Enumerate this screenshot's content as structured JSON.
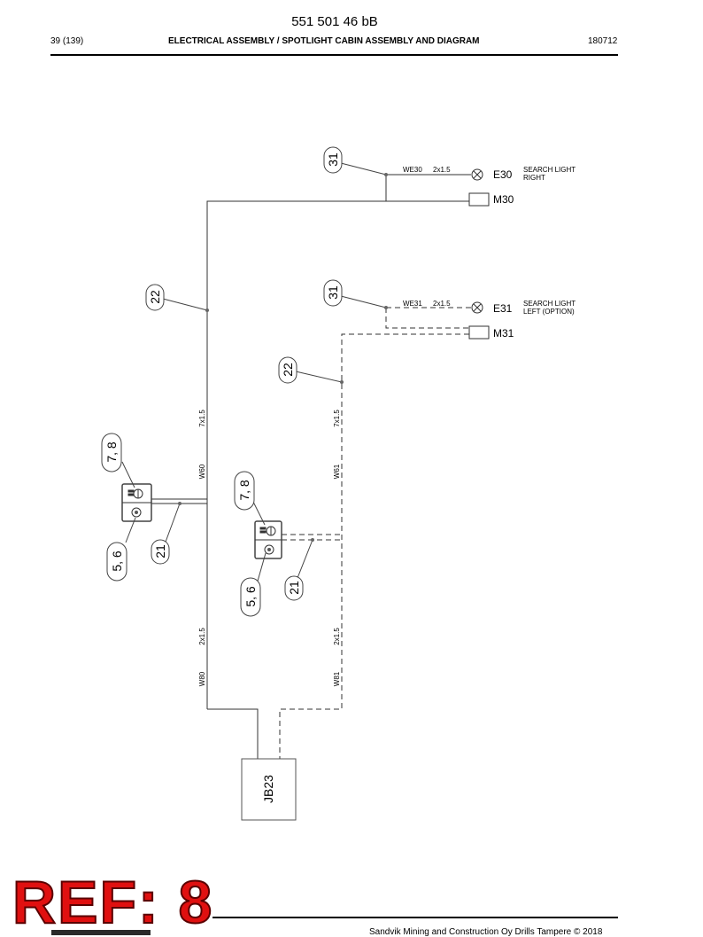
{
  "header": {
    "doc_number": "551 501 46 bB",
    "page": "39 (139)",
    "title": "ELECTRICAL ASSEMBLY / SPOTLIGHT CABIN ASSEMBLY AND DIAGRAM",
    "date": "180712"
  },
  "diagram": {
    "callouts": {
      "c31_top": "31",
      "c31_mid": "31",
      "c22_left": "22",
      "c22_right": "22",
      "c78_left": "7, 8",
      "c78_right": "7, 8",
      "c56_left": "5, 6",
      "c56_right": "5, 6",
      "c21_left": "21",
      "c21_right": "21"
    },
    "wires": {
      "we30": "WE30",
      "we30_size": "2x1.5",
      "we31": "WE31",
      "we31_size": "2x1.5",
      "w60_cable": "7x1.5",
      "w60_label": "W60",
      "w61_cable": "7x1.5",
      "w61_label": "W61",
      "w80_size": "2x1.5",
      "w80_label": "W80",
      "w81_size": "2x1.5",
      "w81_label": "W81"
    },
    "components": {
      "e30": "E30",
      "m30": "M30",
      "e31": "E31",
      "m31": "M31",
      "jb23": "JB23"
    },
    "descriptions": {
      "e30_line1": "SEARCH LIGHT",
      "e30_line2": "RIGHT",
      "e31_line1": "SEARCH LIGHT",
      "e31_line2": "LEFT (OPTION)"
    }
  },
  "stamp": {
    "text": "REF: 8"
  },
  "footer": {
    "copyright": "Sandvik Mining and Construction Oy Drills Tampere © 2018"
  }
}
